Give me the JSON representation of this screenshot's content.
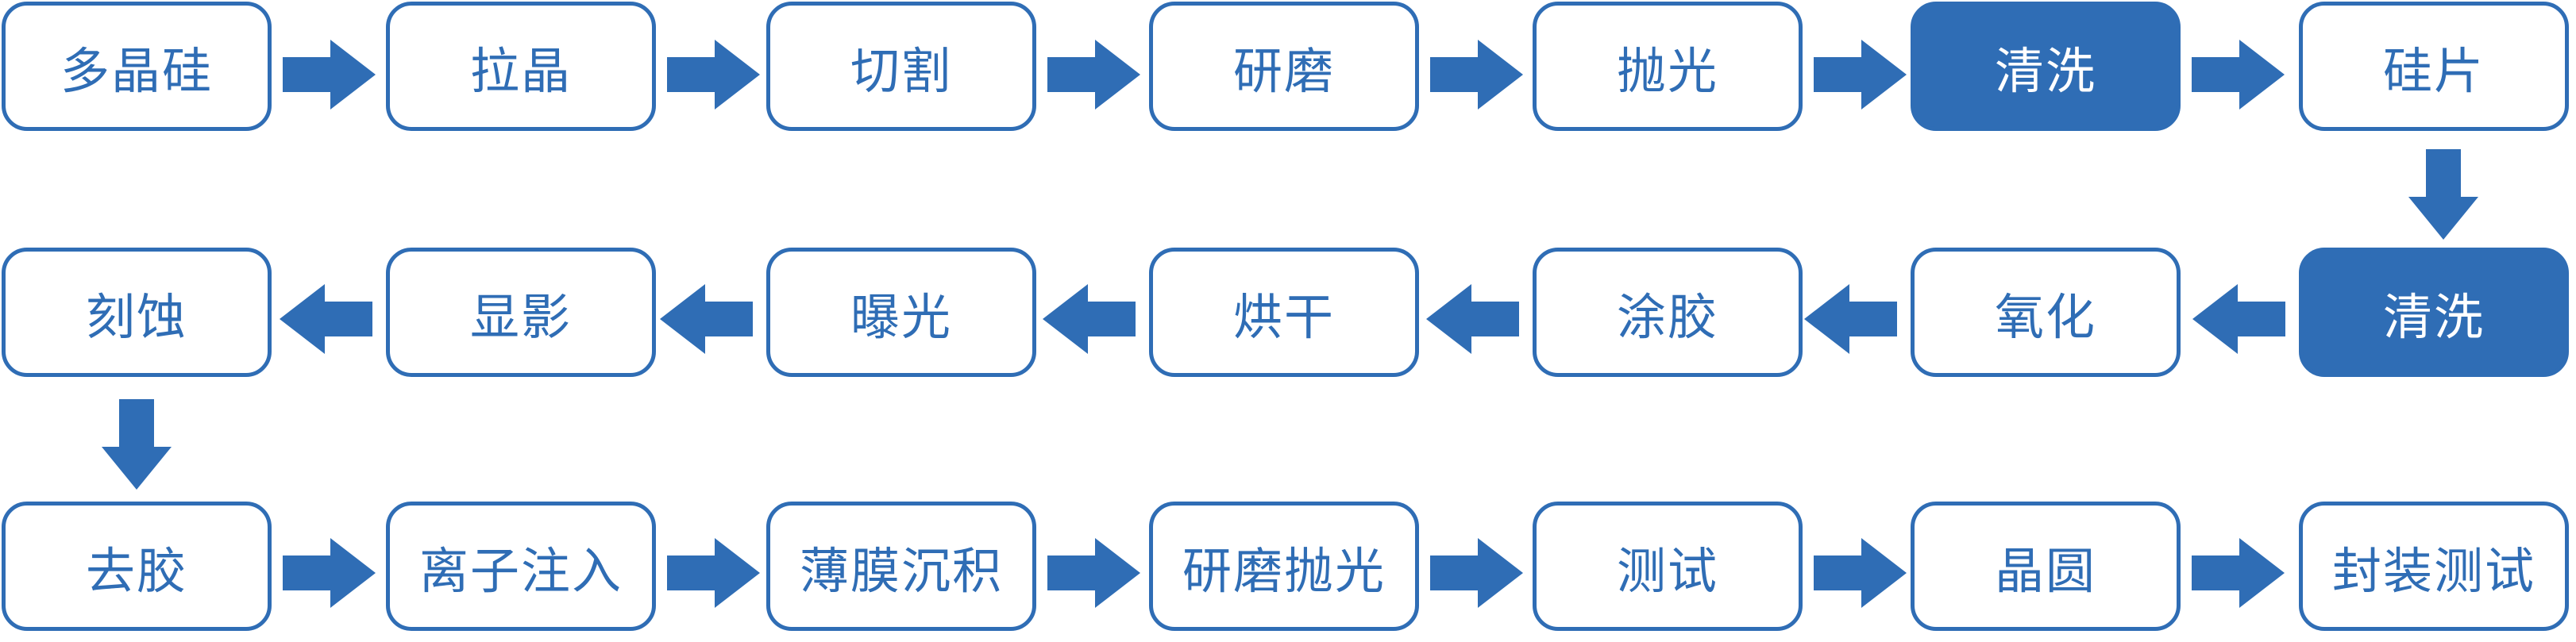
{
  "colors": {
    "accent": "#2f6db5",
    "box_fill": "#ffffff",
    "highlight_fill": "#2f6db5",
    "highlight_text": "#ffffff"
  },
  "steps": [
    {
      "label": "多晶硅",
      "highlight": false
    },
    {
      "label": "拉晶",
      "highlight": false
    },
    {
      "label": "切割",
      "highlight": false
    },
    {
      "label": "研磨",
      "highlight": false
    },
    {
      "label": "抛光",
      "highlight": false
    },
    {
      "label": "清洗",
      "highlight": true
    },
    {
      "label": "硅片",
      "highlight": false
    },
    {
      "label": "清洗",
      "highlight": true
    },
    {
      "label": "氧化",
      "highlight": false
    },
    {
      "label": "涂胶",
      "highlight": false
    },
    {
      "label": "烘干",
      "highlight": false
    },
    {
      "label": "曝光",
      "highlight": false
    },
    {
      "label": "显影",
      "highlight": false
    },
    {
      "label": "刻蚀",
      "highlight": false
    },
    {
      "label": "去胶",
      "highlight": false
    },
    {
      "label": "离子注入",
      "highlight": false
    },
    {
      "label": "薄膜沉积",
      "highlight": false
    },
    {
      "label": "研磨抛光",
      "highlight": false
    },
    {
      "label": "测试",
      "highlight": false
    },
    {
      "label": "晶圆",
      "highlight": false
    },
    {
      "label": "封装测试",
      "highlight": false
    }
  ],
  "flow": "serpentine"
}
